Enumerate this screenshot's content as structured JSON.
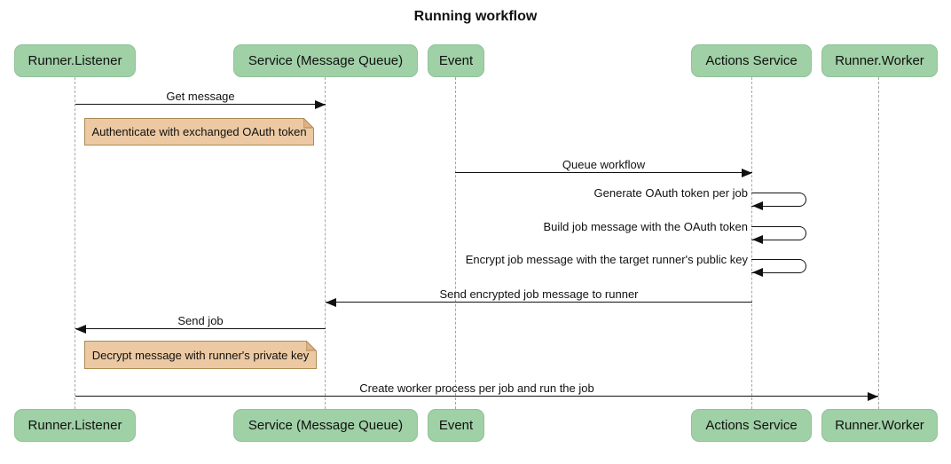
{
  "title": "Running workflow",
  "colors": {
    "actor_fill": "#9fd0a6",
    "actor_border": "#8fc298",
    "note_fill": "#ecc9a3",
    "note_border": "#ad8b55",
    "lifeline": "#a6a6a6",
    "arrow": "#111111",
    "background": "#ffffff"
  },
  "actors": [
    {
      "label": "Runner.Listener"
    },
    {
      "label": "Service (Message Queue)"
    },
    {
      "label": "Event"
    },
    {
      "label": "Actions Service"
    },
    {
      "label": "Runner.Worker"
    }
  ],
  "messages": [
    {
      "label": "Get message",
      "from": "Runner.Listener",
      "to": "Service (Message Queue)",
      "kind": "solid-arrow"
    },
    {
      "label": "Queue workflow",
      "from": "Event",
      "to": "Actions Service",
      "kind": "solid-arrow"
    },
    {
      "label": "Generate OAuth token per job",
      "from": "Actions Service",
      "to": "Actions Service",
      "kind": "self-loop"
    },
    {
      "label": "Build job message with the OAuth token",
      "from": "Actions Service",
      "to": "Actions Service",
      "kind": "self-loop"
    },
    {
      "label": "Encrypt job message with the target runner's public key",
      "from": "Actions Service",
      "to": "Actions Service",
      "kind": "self-loop"
    },
    {
      "label": "Send encrypted job message to runner",
      "from": "Actions Service",
      "to": "Service (Message Queue)",
      "kind": "solid-arrow"
    },
    {
      "label": "Send job",
      "from": "Service (Message Queue)",
      "to": "Runner.Listener",
      "kind": "solid-arrow"
    },
    {
      "label": "Create worker process per job and run the job",
      "from": "Runner.Listener",
      "to": "Runner.Worker",
      "kind": "solid-arrow"
    }
  ],
  "notes": [
    {
      "text": "Authenticate with exchanged OAuth token",
      "anchor": "Runner.Listener"
    },
    {
      "text": "Decrypt message with runner's private key",
      "anchor": "Runner.Listener"
    }
  ]
}
